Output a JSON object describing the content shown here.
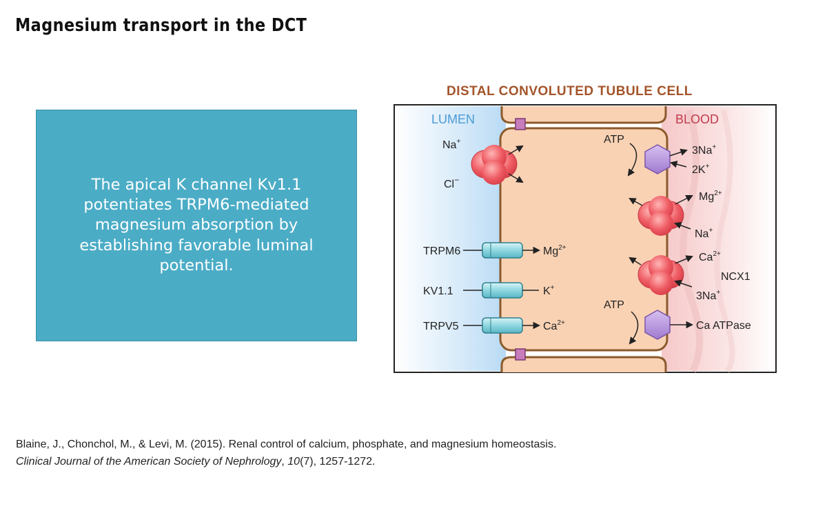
{
  "slide": {
    "title": "Magnesium transport in the DCT",
    "body_text": "The apical K channel Kv1.1 potentiates TRPM6-mediated magnesium absorption by establishing favorable luminal potential."
  },
  "figure": {
    "title": "DISTAL CONVOLUTED TUBULE CELL",
    "lumen_label": "LUMEN",
    "blood_label": "BLOOD",
    "apical_labels": {
      "na": "Na",
      "na_sup": "+",
      "cl": "Cl",
      "cl_sup": "−"
    },
    "channels": [
      {
        "name": "TRPM6",
        "ion": "Mg",
        "ion_sup": "2+"
      },
      {
        "name": "KV1.1",
        "ion": "K",
        "ion_sup": "+"
      },
      {
        "name": "TRPV5",
        "ion": "Ca",
        "ion_sup": "2+"
      }
    ],
    "basolateral": {
      "atp_top": "ATP",
      "na_out": "3Na",
      "na_out_sup": "+",
      "k_in": "2K",
      "k_in_sup": "+",
      "mg_out": "Mg",
      "mg_out_sup": "2+",
      "na_in": "Na",
      "na_in_sup": "+",
      "ca_out": "Ca",
      "ca_out_sup": "2+",
      "ncx_label": "NCX1",
      "ncx_na": "3Na",
      "ncx_na_sup": "+",
      "atp_bottom": "ATP",
      "ca_atpase": "Ca ATPase"
    },
    "colors": {
      "title": "#a3542a",
      "lumen": "#4a9ad4",
      "blood": "#c03a4a",
      "cell_fill": "#f9d2b4",
      "cell_border": "#8b5a2b",
      "cotransporter": "#e8505a",
      "channel": "#8ed6e0",
      "atpase": "#b48ad8"
    }
  },
  "citation": {
    "line1": "Blaine, J., Chonchol, M., & Levi, M. (2015). Renal control of calcium, phosphate, and magnesium homeostasis.",
    "journal": "Clinical Journal of the American Society of Nephrology",
    "volume": "10",
    "pages": "(7), 1257-1272."
  }
}
